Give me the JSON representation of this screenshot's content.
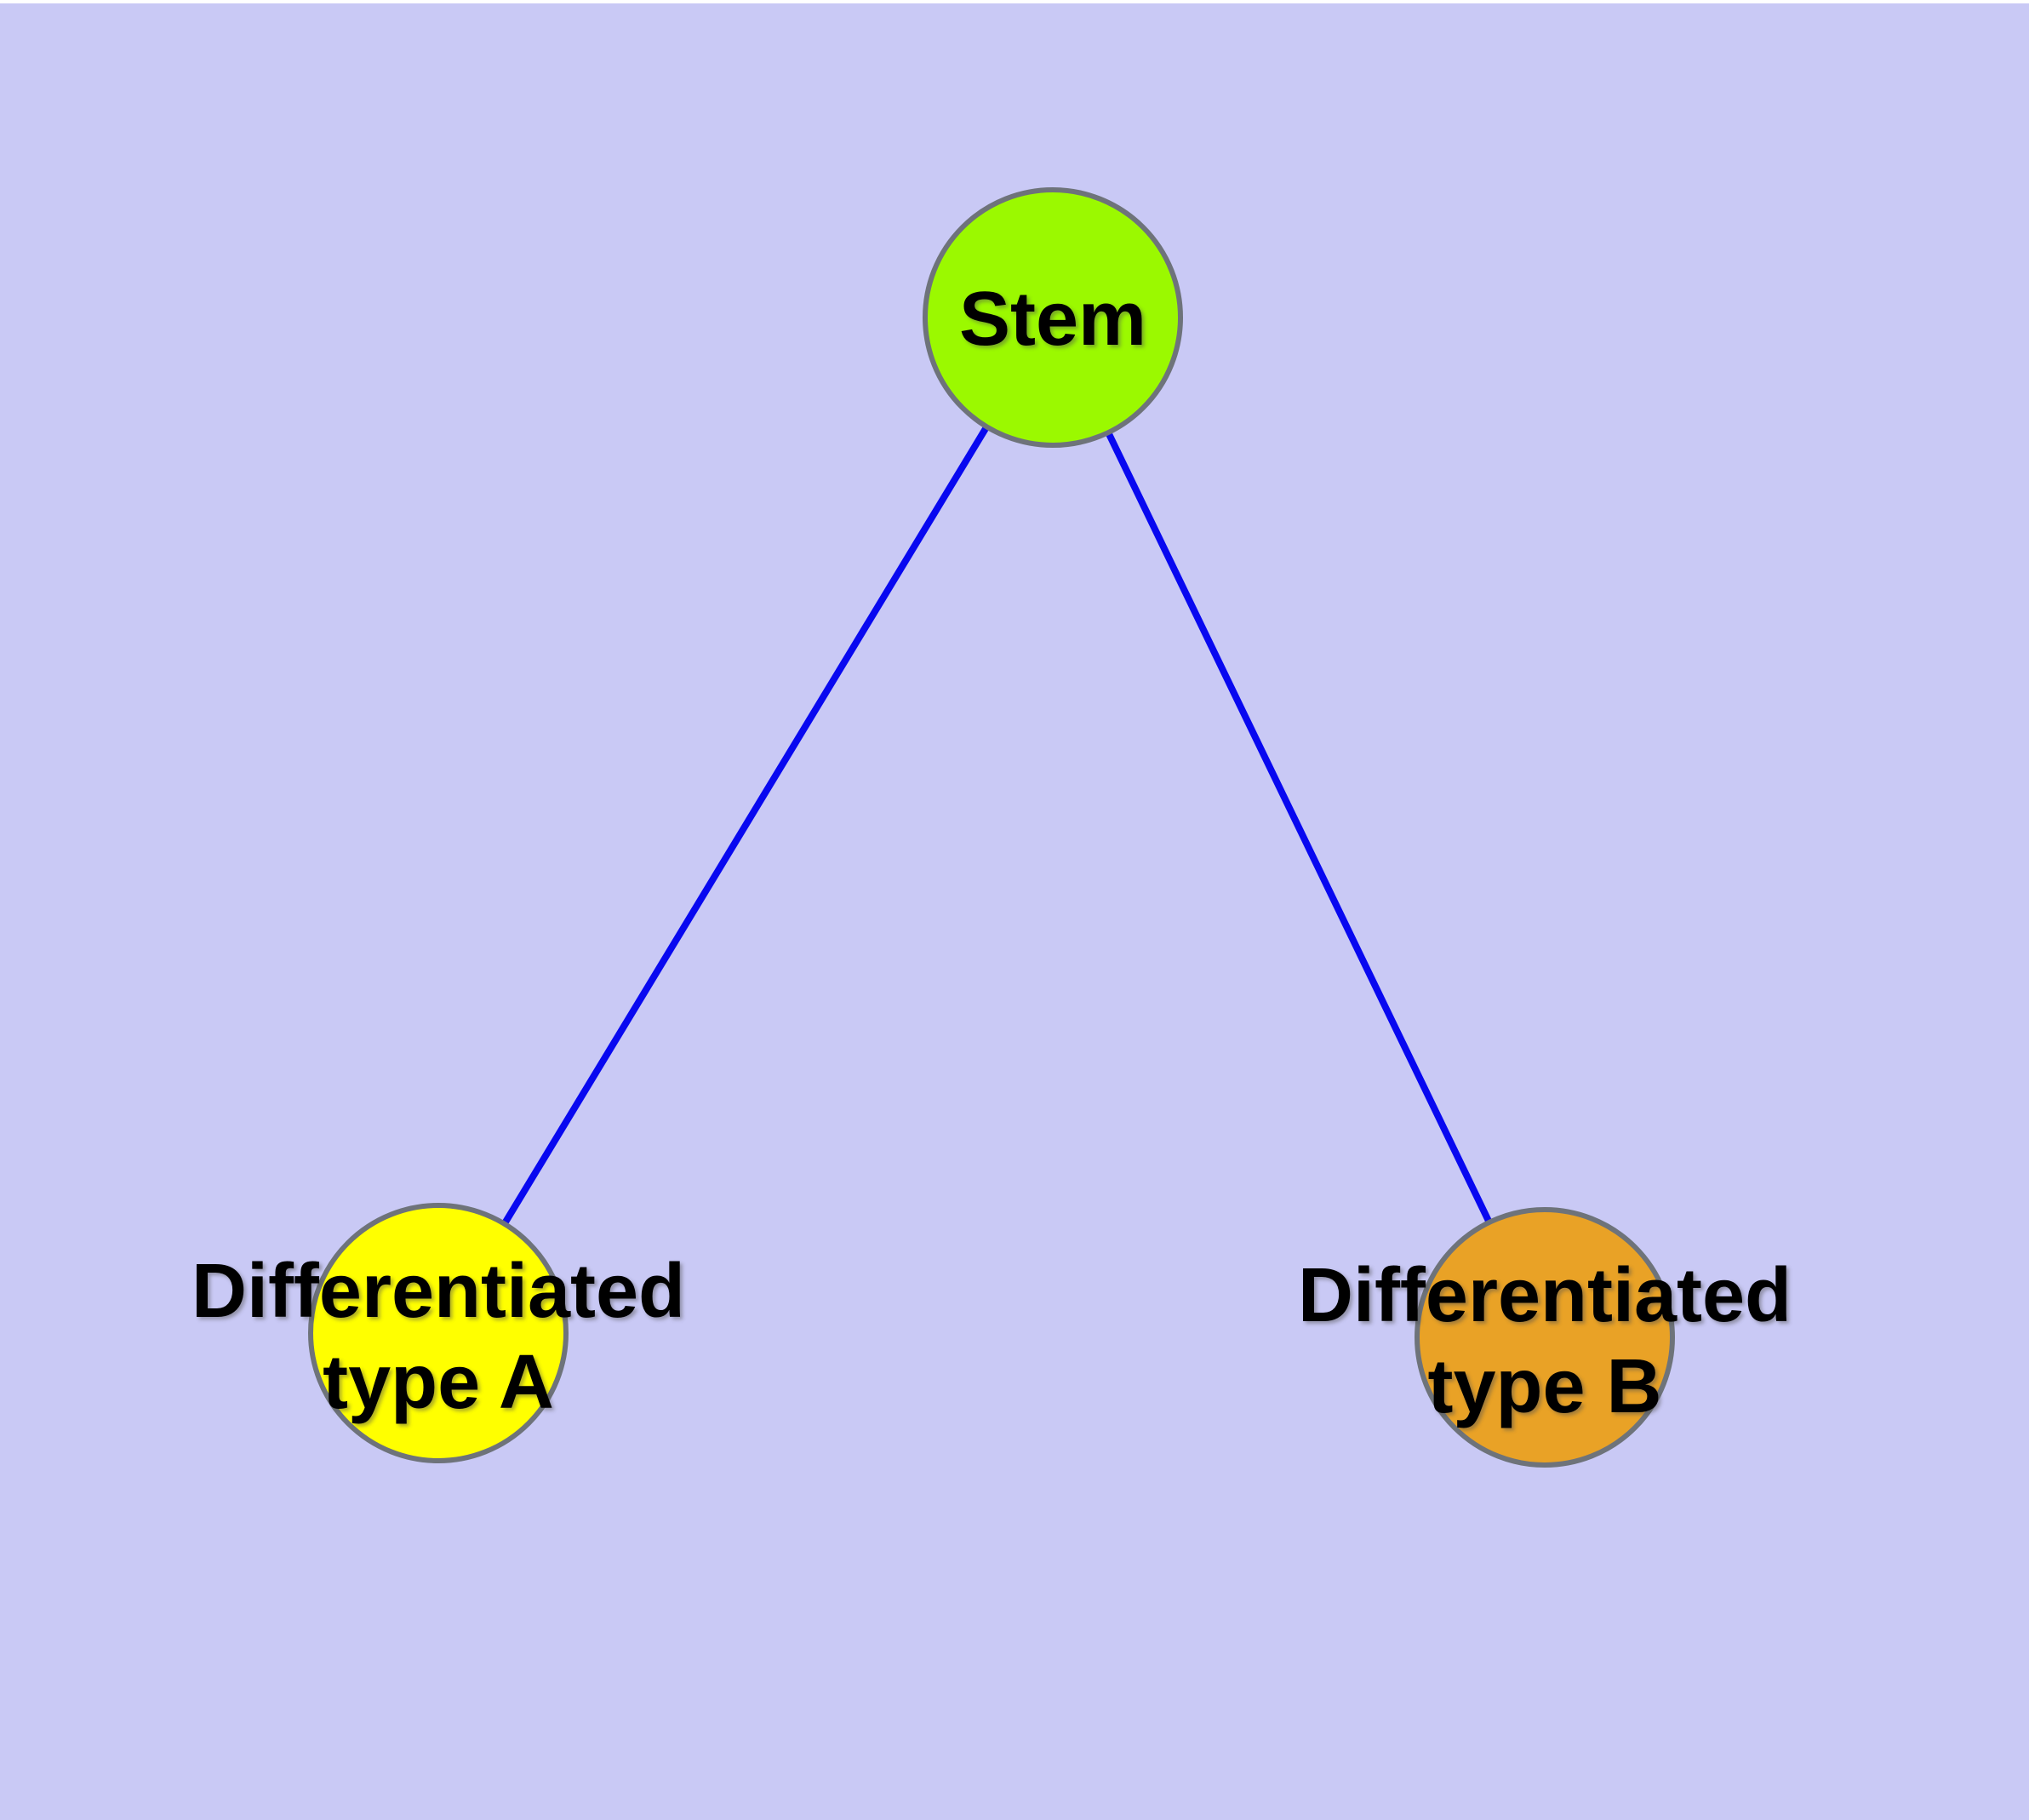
{
  "diagram": {
    "background_color": "#C9C9F5",
    "edge_color": "#0808F0",
    "edge_width": "8",
    "node_border_color": "#6E737A",
    "node_border_width": "6",
    "label_color": "#000000",
    "nodes": [
      {
        "id": "stem",
        "label": "Stem",
        "lines": [
          "Stem"
        ],
        "fill": "#9BF900"
      },
      {
        "id": "differentiated-type-a",
        "label": "Differentiated type A",
        "lines": [
          "Differentiated",
          "type A"
        ],
        "fill": "#FFFF00"
      },
      {
        "id": "differentiated-type-b",
        "label": "Differentiated type B",
        "lines": [
          "Differentiated",
          "type B"
        ],
        "fill": "#E9A226"
      }
    ],
    "edges": [
      {
        "from": "Stem",
        "to": "Differentiated type A"
      },
      {
        "from": "Stem",
        "to": "Differentiated type B"
      }
    ]
  }
}
